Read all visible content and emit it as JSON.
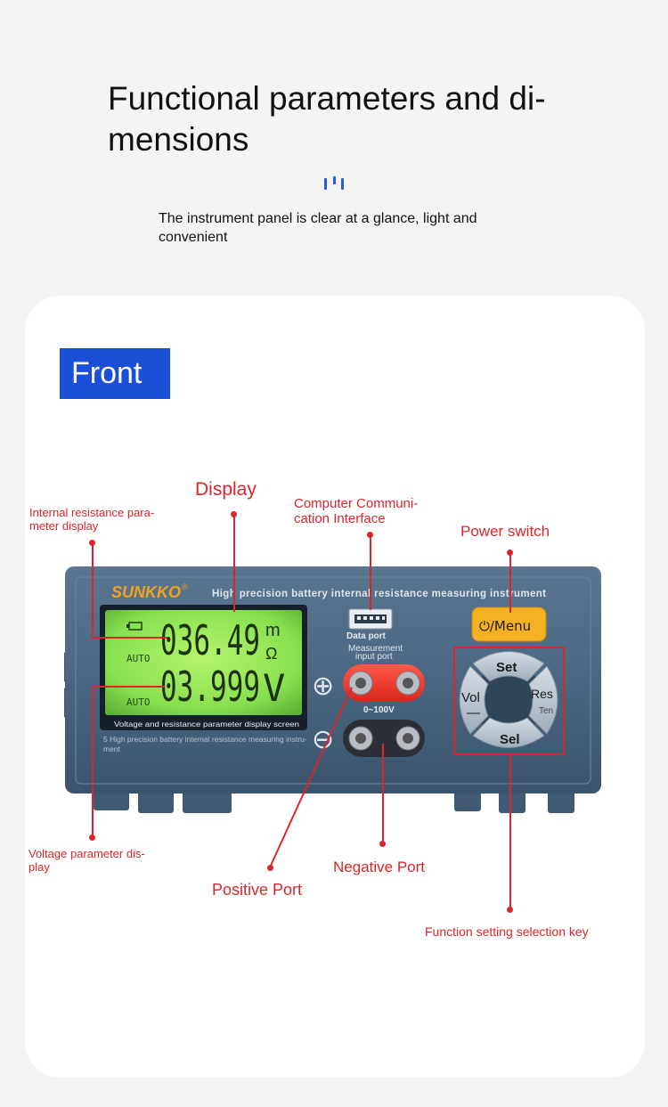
{
  "header": {
    "title": "Functional parameters and di-\nmensions",
    "subtitle": "The instrument panel is clear at a glance, light and convenient"
  },
  "badge": {
    "label": "Front"
  },
  "callouts": {
    "display": "Display",
    "internal_resistance": "Internal resistance para-\nmeter display",
    "computer_interface": "Computer Communi-\ncation Interface",
    "power_switch": "Power switch",
    "voltage_display": "Voltage parameter dis-\nplay",
    "positive_port": "Positive Port",
    "negative_port": "Negative Port",
    "function_key": "Function setting selection key"
  },
  "device": {
    "brand": "SUNKKO",
    "brand_mark": "®",
    "model_title": "High precision battery internal resistance measuring instrument",
    "lcd": {
      "resistance_value": "036.49",
      "resistance_unit_m": "m",
      "resistance_unit_ohm": "Ω",
      "voltage_value": "03.999",
      "voltage_unit": "V",
      "auto_label_1": "AUTO",
      "auto_label_2": "AUTO",
      "caption": "Voltage and resistance parameter display screen"
    },
    "panel_note": "5 High precision battery internal resistance measuring instru-\nment",
    "data_port_label": "Data port",
    "measurement_label": "Measurement",
    "input_port_label": "input port",
    "voltage_range": "0~100V",
    "plus_symbol": "⊕",
    "minus_symbol": "⊖",
    "power_button": "⏻/Menu",
    "keys": {
      "set": "Set",
      "sel": "Sel",
      "vol": "Vol",
      "vol_sub": "—",
      "res": "Res",
      "res_sub": "Ten"
    }
  },
  "colors": {
    "accent_red": "#d9262b",
    "badge_blue": "#1c4fd8",
    "device_body": "#4a6680",
    "lcd_green": "#8fe85a",
    "power_key": "#f4b223",
    "keys_grey": "#b9c4cf"
  }
}
